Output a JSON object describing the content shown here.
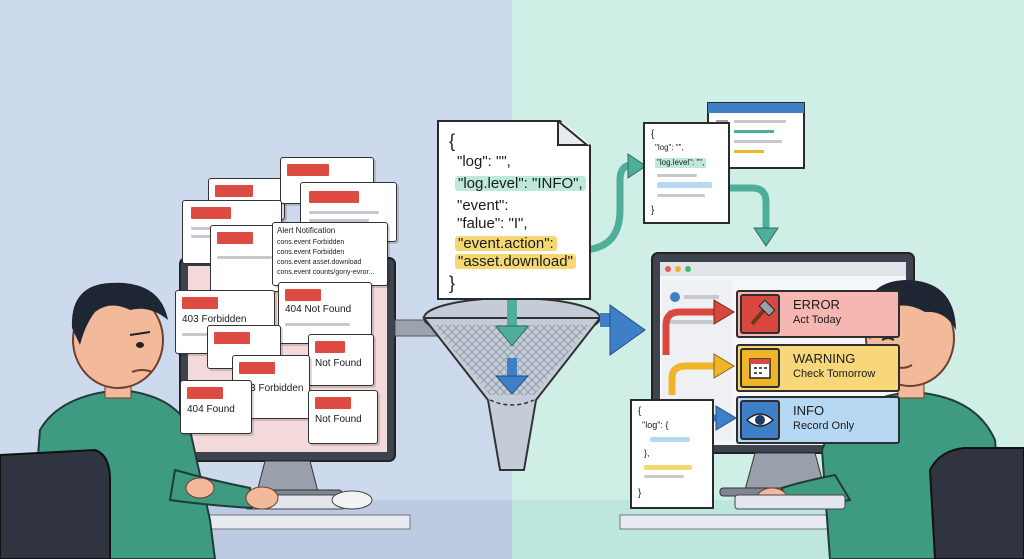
{
  "left_alerts": {
    "notification": {
      "title": "Alert Notification",
      "lines": [
        "cons.event Forbidden",
        "cons.event Forbidden",
        "cons.event asset.download",
        "cons.event counts/gony-evror..."
      ]
    },
    "forbidden_1": "403 Forbidden",
    "not_found_1": "404 Not Found",
    "not_found_2": "Not Found",
    "forbidden_2": "403 Forbidden",
    "not_found_3": "404 Found",
    "not_found_4": "Not Found"
  },
  "json_doc": {
    "open_brace": "{",
    "line1": "\"log\": \"\",",
    "line2": "\"log.level\": \"INFO\",",
    "line3": "\"event\":",
    "line4": "\"falue\": \"I\",",
    "line5": "\"event.action\":",
    "line6": "\"asset.download\"",
    "close_brace": "}"
  },
  "small_doc_top": {
    "open_brace": "{",
    "line1": "\"log\": \"\",",
    "line2": "\"log.level\": \"\",",
    "close_brace": "}"
  },
  "small_doc_bottom": {
    "open_brace": "{",
    "line1": "\"log\": {",
    "line2": "},",
    "close_brace": "}"
  },
  "right_alerts": [
    {
      "level": "ERROR",
      "action": "Act Today",
      "icon": "hammer-icon",
      "color": "#f6b7b3"
    },
    {
      "level": "WARNING",
      "action": "Check Tomorrow",
      "icon": "calendar-icon",
      "color": "#f7d77a"
    },
    {
      "level": "INFO",
      "action": "Record Only",
      "icon": "eye-icon",
      "color": "#b7d8f3"
    }
  ],
  "colors": {
    "left_bg": "#cdd9ec",
    "right_bg": "#cfeee6",
    "arrow_teal": "#4fae9a",
    "arrow_blue": "#3f7fc8",
    "arrow_red": "#d9483e",
    "arrow_yellow": "#f0b429",
    "shirt": "#3f9a82"
  }
}
